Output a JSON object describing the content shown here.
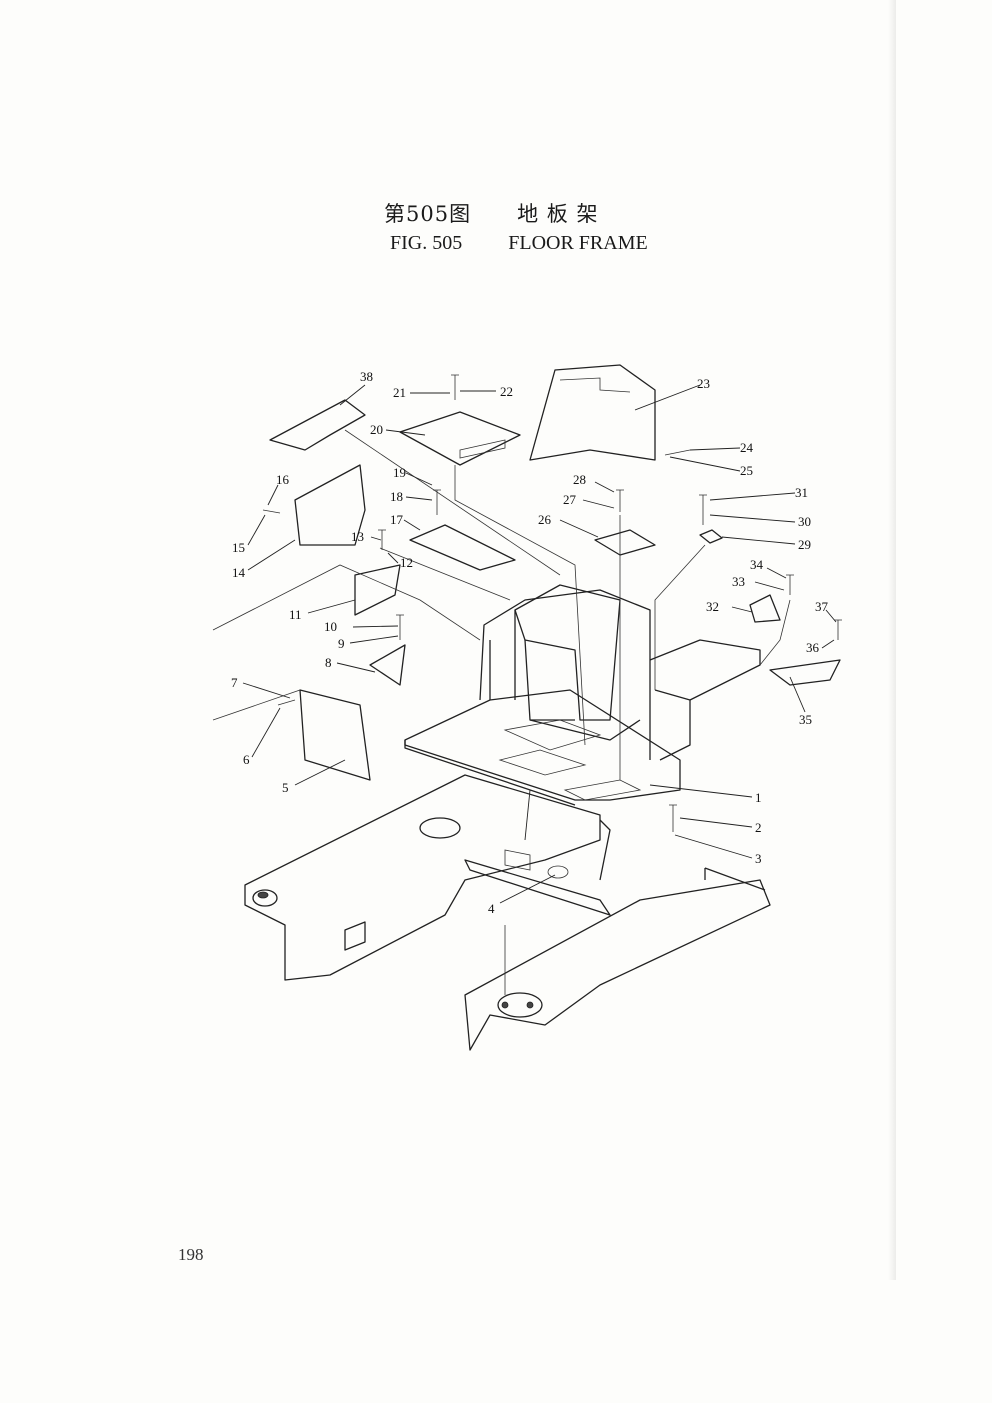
{
  "header": {
    "title_cn_fig": "第505图",
    "title_cn_name": "地 板 架",
    "title_en_fig": "FIG. 505",
    "title_en_name": "FLOOR FRAME"
  },
  "callouts": [
    "1",
    "2",
    "3",
    "4",
    "5",
    "6",
    "7",
    "8",
    "9",
    "10",
    "11",
    "12",
    "13",
    "14",
    "15",
    "16",
    "17",
    "18",
    "19",
    "20",
    "21",
    "22",
    "23",
    "24",
    "25",
    "26",
    "27",
    "28",
    "29",
    "30",
    "31",
    "32",
    "33",
    "34",
    "35",
    "36",
    "37",
    "38"
  ],
  "footer": {
    "page_number": "198"
  }
}
